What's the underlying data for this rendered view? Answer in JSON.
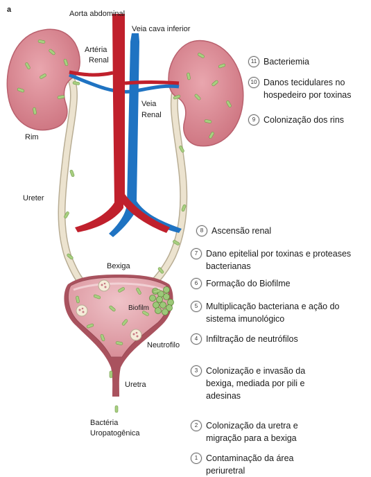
{
  "panel_letter": "a",
  "anatomy": {
    "aorta": "Aorta abdominal",
    "vena_cava": "Veia cava inferior",
    "renal_artery_1": "Artéria",
    "renal_artery_2": "Renal",
    "renal_vein_1": "Veia",
    "renal_vein_2": "Renal",
    "kidney": "Rim",
    "ureter": "Ureter",
    "bladder": "Bexiga",
    "biofilm": "Biofilm",
    "neutrophil": "Neutrofilo",
    "urethra": "Uretra",
    "bacteria_1": "Bactéria",
    "bacteria_2": "Uropatogênica"
  },
  "steps": [
    {
      "num": "11",
      "lines": [
        "Bacteriemia"
      ]
    },
    {
      "num": "10",
      "lines": [
        "Danos tecidulares no",
        "hospedeiro por toxinas"
      ]
    },
    {
      "num": "9",
      "lines": [
        "Colonização dos rins"
      ]
    },
    {
      "num": "8",
      "lines": [
        "Ascensão renal"
      ]
    },
    {
      "num": "7",
      "lines": [
        "Dano epitelial por toxinas e proteases",
        "bacterianas"
      ]
    },
    {
      "num": "6",
      "lines": [
        "Formação do Biofilme"
      ]
    },
    {
      "num": "5",
      "lines": [
        "Multiplicação bacteriana e ação do",
        "sistema imunológico"
      ]
    },
    {
      "num": "4",
      "lines": [
        "Infiltração de neutrófilos"
      ]
    },
    {
      "num": "3",
      "lines": [
        "Colonização e invasão da",
        "bexiga, mediada por pili e",
        "adesinas"
      ]
    },
    {
      "num": "2",
      "lines": [
        "Colonização da uretra e",
        "migração para a bexiga"
      ]
    },
    {
      "num": "1",
      "lines": [
        "Contaminação da área",
        "periuretral"
      ]
    }
  ],
  "colors": {
    "kidney": "#d98a95",
    "kidney_edge": "#b9606d",
    "artery": "#c0202c",
    "vein": "#1f73c2",
    "ureter": "#ece3cf",
    "ureter_edge": "#b8ad94",
    "bladder": "#d4828d",
    "bladder_edge": "#9a4a55",
    "bladder_inner": "#e9b6bd",
    "bacteria": "#a8cf80",
    "bacteria_edge": "#6f9a4a"
  }
}
